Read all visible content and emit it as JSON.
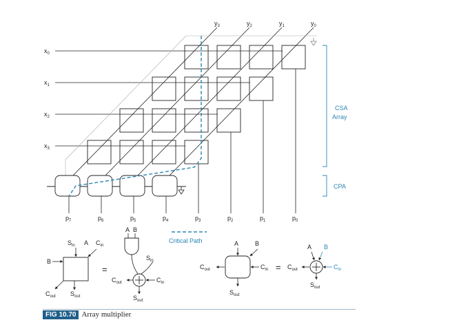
{
  "x_inputs": [
    {
      "base": "x",
      "sub": "0"
    },
    {
      "base": "x",
      "sub": "1"
    },
    {
      "base": "x",
      "sub": "2"
    },
    {
      "base": "x",
      "sub": "3"
    }
  ],
  "y_inputs": [
    {
      "base": "y",
      "sub": "3"
    },
    {
      "base": "y",
      "sub": "2"
    },
    {
      "base": "y",
      "sub": "1"
    },
    {
      "base": "y",
      "sub": "0"
    }
  ],
  "p_outputs": [
    {
      "base": "p",
      "sub": "7"
    },
    {
      "base": "p",
      "sub": "6"
    },
    {
      "base": "p",
      "sub": "5"
    },
    {
      "base": "p",
      "sub": "4"
    },
    {
      "base": "p",
      "sub": "3"
    },
    {
      "base": "p",
      "sub": "2"
    },
    {
      "base": "p",
      "sub": "1"
    },
    {
      "base": "p",
      "sub": "0"
    }
  ],
  "brackets": {
    "csa_line1": "CSA",
    "csa_line2": "Array",
    "cpa": "CPA"
  },
  "legend": {
    "critical_path": "Critical Path"
  },
  "csa_cell": {
    "b": "B",
    "s_in": {
      "base": "S",
      "sub": "in"
    },
    "a": "A",
    "c_in": {
      "base": "C",
      "sub": "in"
    },
    "c_out": {
      "base": "C",
      "sub": "out"
    },
    "s_out": {
      "base": "S",
      "sub": "out"
    },
    "equals": "="
  },
  "csa_impl": {
    "a": "A",
    "b": "B",
    "s_in": {
      "base": "S",
      "sub": "in"
    },
    "c_out": {
      "base": "C",
      "sub": "out"
    },
    "c_in": {
      "base": "C",
      "sub": "in"
    },
    "s_out": {
      "base": "S",
      "sub": "out"
    }
  },
  "cpa_cell": {
    "a": "A",
    "b": "B",
    "c_out": {
      "base": "C",
      "sub": "out"
    },
    "c_in": {
      "base": "C",
      "sub": "in"
    },
    "s_out": {
      "base": "S",
      "sub": "out"
    },
    "equals": "="
  },
  "cpa_impl": {
    "a": "A",
    "b": "B",
    "c_out": {
      "base": "C",
      "sub": "out"
    },
    "c_in": {
      "base": "C",
      "sub": "in"
    },
    "s_out": {
      "base": "S",
      "sub": "out"
    }
  },
  "caption": {
    "badge": "FIG 10.70",
    "text": "Array multiplier"
  },
  "colors": {
    "critical_path": "#2b86b5",
    "wire": "#222222",
    "grey_wire": "#999999",
    "badge": "#1f5f8b"
  }
}
